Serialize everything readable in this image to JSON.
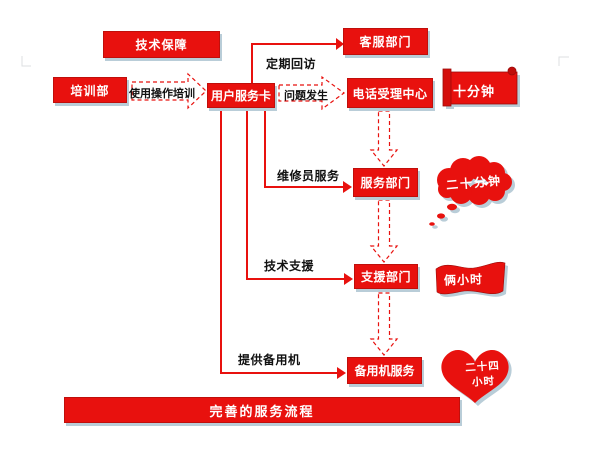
{
  "diagram": {
    "type": "service-flowchart",
    "colors": {
      "box_red": "#e8110e",
      "box_border": "#c00f0b",
      "shadow_blue_gray": "#b9cdd8",
      "label_black": "#111111",
      "box_text_white": "#ffffff"
    },
    "boxes": {
      "tech_guarantee": "技术保障",
      "training_dept": "培训部",
      "user_service_card": "用户服务卡",
      "customer_service_dept": "客服部门",
      "call_center": "电话受理中心",
      "service_dept": "服务部门",
      "support_dept": "支援部门",
      "backup_machine_service": "备用机服务",
      "bottom_banner": "完善的服务流程"
    },
    "edge_labels": {
      "usage_training": "使用操作培训",
      "regular_visit": "定期回访",
      "problem_occurs": "问题发生",
      "repairman_service": "维修员服务",
      "tech_support": "技术支援",
      "provide_backup": "提供备用机"
    },
    "time_callouts": {
      "scroll_ten_minutes": "十分钟",
      "cloud_twenty_minutes": "二十分钟",
      "flag_two_hours": "俩小时",
      "heart_twenty_four_line1": "二十四",
      "heart_twenty_four_line2": "小时"
    },
    "callout_shapes": {
      "scroll_ten_minutes": "horizontal-scroll",
      "cloud_twenty_minutes": "thought-cloud",
      "flag_two_hours": "wave-flag",
      "heart_twenty_four": "heart"
    }
  }
}
